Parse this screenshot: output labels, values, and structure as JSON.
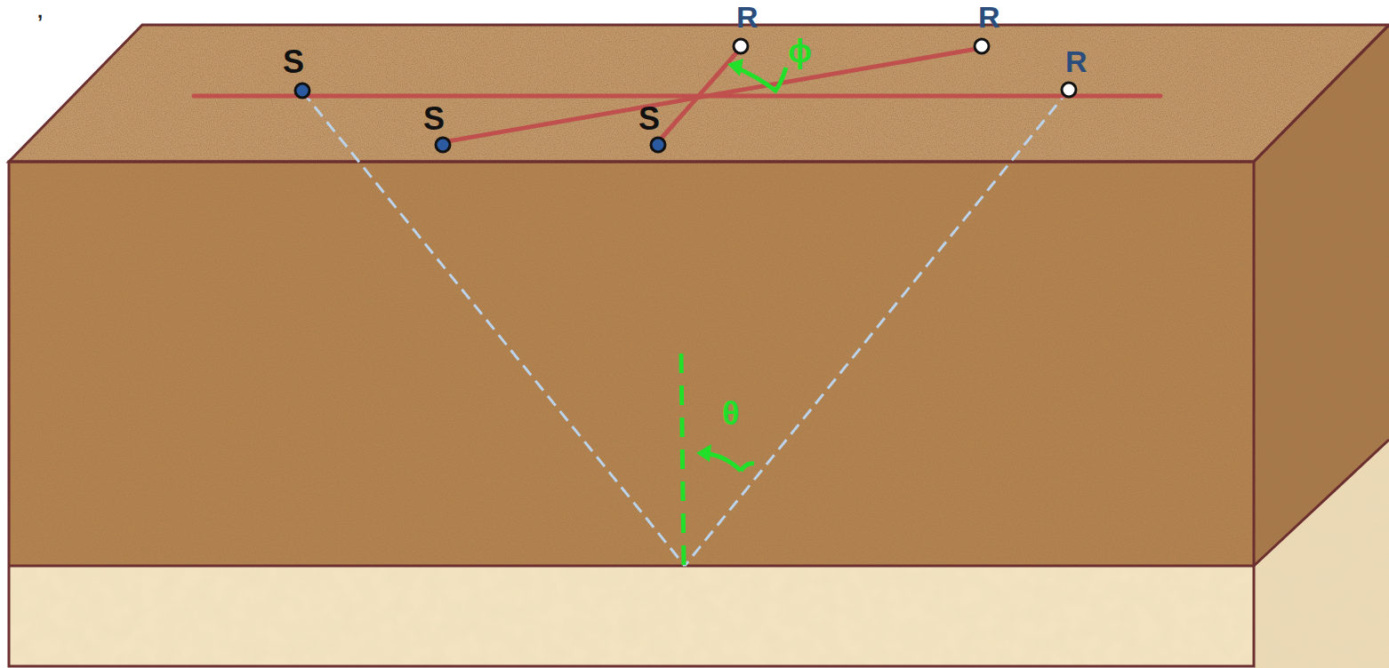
{
  "diagram": {
    "labels": [
      ",",
      "S",
      "S",
      "S",
      "R",
      "R",
      "R",
      "ϕ",
      "θ"
    ]
  }
}
